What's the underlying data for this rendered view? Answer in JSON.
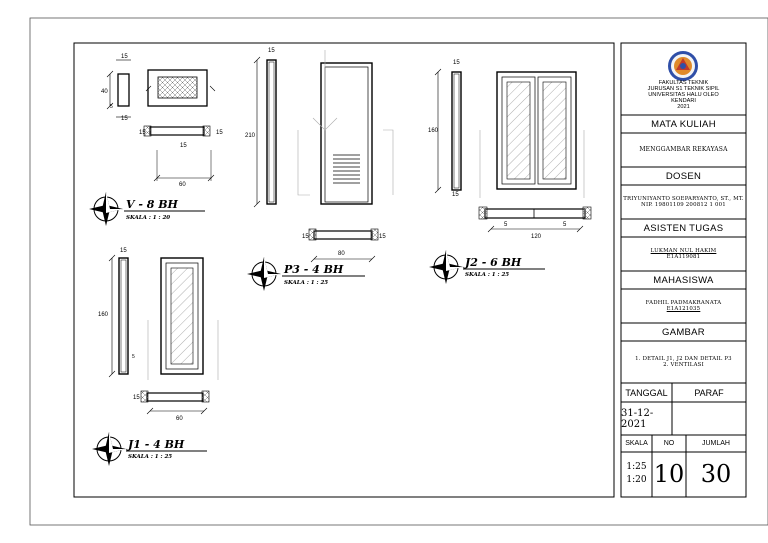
{
  "title_block": {
    "institution": [
      "FAKULTAS TEKNIK",
      "JURUSAN S1 TEKNIK SIPIL",
      "UNIVERSITAS HALU OLEO",
      "KENDARI",
      "2021"
    ],
    "course_header": "MATA KULIAH",
    "course": "MENGGAMBAR REKAYASA",
    "lecturer_header": "DOSEN",
    "lecturer": [
      "TRIYUNIYANTO SOEPARYANTO, ST., MT.",
      "NIP. 19801109 200812 1 001"
    ],
    "assistant_header": "ASISTEN TUGAS",
    "assistant": [
      "LUKMAN NUL HAKIM",
      "E1A119081"
    ],
    "student_header": "MAHASISWA",
    "student": [
      "FADHIL PADMAKRANATA",
      "E1A121035"
    ],
    "drawing_header": "GAMBAR",
    "drawing": [
      "1. DETAIL J1, J2 DAN DETAIL P3",
      "2. VENTILASI"
    ],
    "date_label": "TANGGAL",
    "sign_label": "PARAF",
    "date": "31-12-2021",
    "scale_label": "SKALA",
    "no_label": "NO",
    "total_label": "JUMLAH",
    "scales": [
      "1:25",
      "1:20"
    ],
    "no": "10",
    "total": "30"
  },
  "drawings": {
    "v": {
      "label": "V - 8 BH",
      "scale": "SKALA : 1 : 20",
      "dims": [
        "15",
        "40",
        "5",
        "15",
        "15",
        "15",
        "60"
      ]
    },
    "p3": {
      "label": "P3 - 4 BH",
      "scale": "SKALA : 1 : 25",
      "dims": [
        "15",
        "210",
        "80",
        "15",
        "15"
      ]
    },
    "j2": {
      "label": "J2 - 6 BH",
      "scale": "SKALA : 1 : 25",
      "dims": [
        "15",
        "160",
        "15",
        "5",
        "120",
        "5"
      ]
    },
    "j1": {
      "label": "J1 - 4 BH",
      "scale": "SKALA : 1 : 25",
      "dims": [
        "15",
        "160",
        "5",
        "15",
        "60"
      ]
    }
  },
  "colors": {
    "line": "#000000",
    "frame": "#222222",
    "hatch": "#666666",
    "logo_blue": "#2f4fa8",
    "logo_orange": "#e08a2a",
    "logo_red": "#c0392b"
  }
}
